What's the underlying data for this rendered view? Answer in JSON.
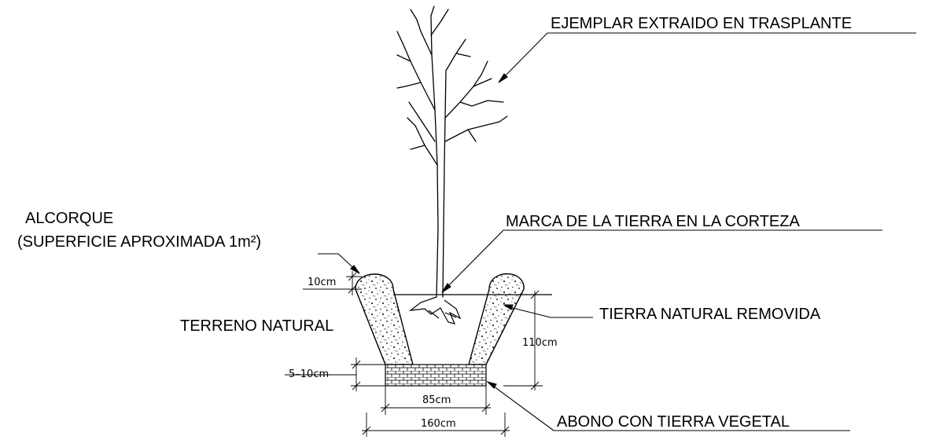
{
  "labels": {
    "ejemplar": "EJEMPLAR EXTRAIDO EN TRASPLANTE",
    "alcorque_1": "ALCORQUE",
    "alcorque_2": "(SUPERFICIE APROXIMADA 1m²)",
    "marca": "MARCA DE LA TIERRA EN LA CORTEZA",
    "terreno": "TERRENO NATURAL",
    "tierra_removida": "TIERRA NATURAL REMOVIDA",
    "abono": "ABONO CON TIERRA VEGETAL"
  },
  "dimensions": {
    "berm_height": "10cm",
    "depth": "110cm",
    "compost_layer": "5–10cm",
    "bottom_width": "85cm",
    "top_width": "160cm"
  }
}
